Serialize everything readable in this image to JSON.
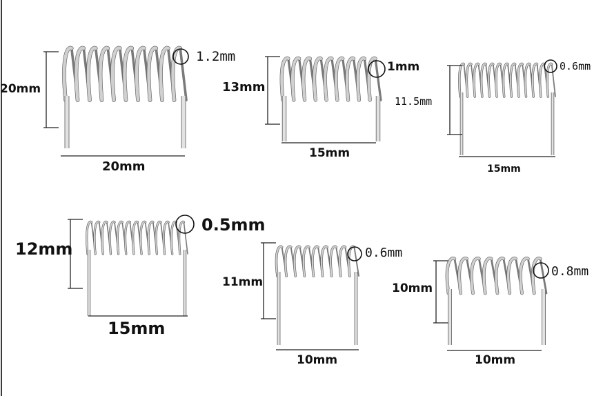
{
  "springs": [
    {
      "height_label": "20mm",
      "width_label": "20mm",
      "wire_label": "1.2mm"
    },
    {
      "height_label": "13mm",
      "width_label": "15mm",
      "wire_label": "1mm"
    },
    {
      "height_label": "11.5mm",
      "width_label": "15mm",
      "wire_label": "0.6mm"
    },
    {
      "height_label": "12mm",
      "width_label": "15mm",
      "wire_label": "0.5mm"
    },
    {
      "height_label": "11mm",
      "width_label": "10mm",
      "wire_label": "0.6mm"
    },
    {
      "height_label": "10mm",
      "width_label": "10mm",
      "wire_label": "0.8mm"
    }
  ],
  "colors": {
    "metal_dark": "#4a4a4a",
    "metal_light": "#d8d8d8",
    "line": "#222222"
  }
}
